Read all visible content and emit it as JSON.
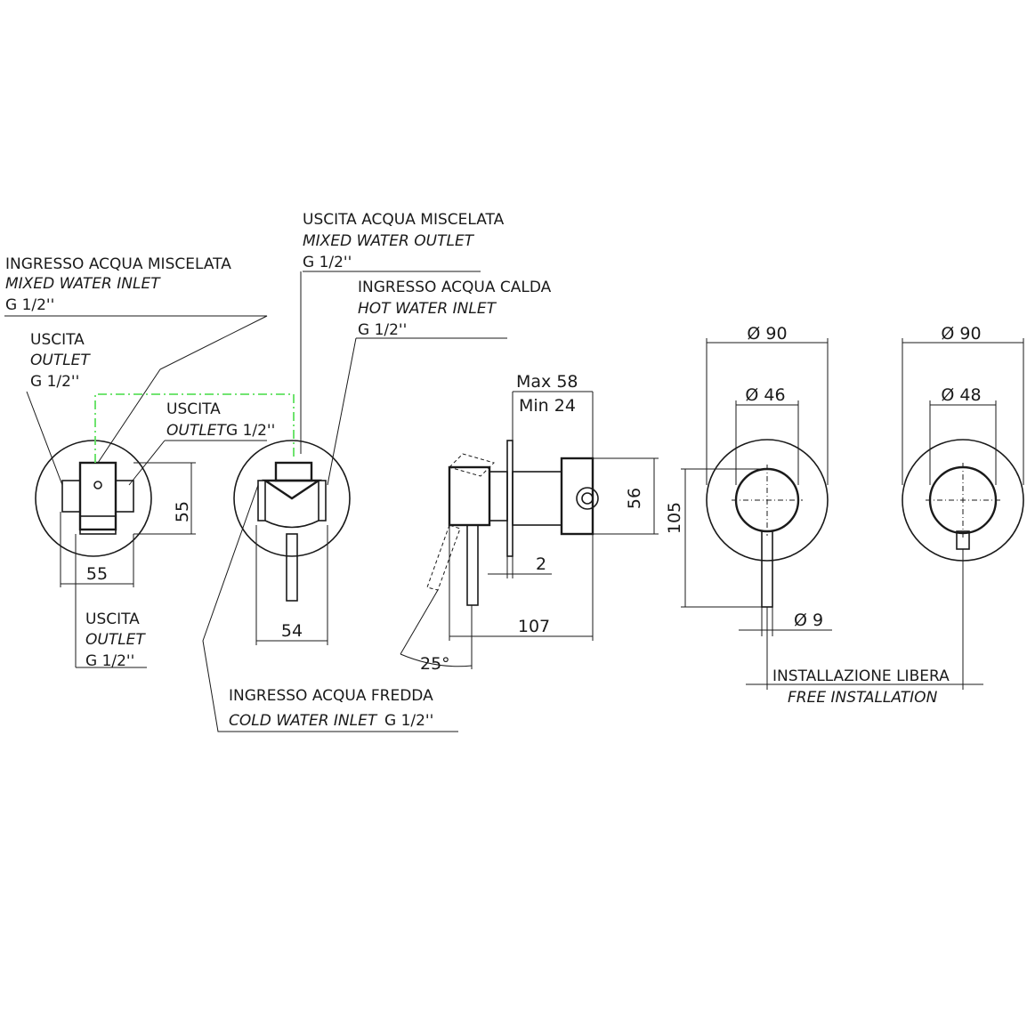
{
  "labels": {
    "mixed_inlet": {
      "it": "INGRESSO ACQUA MISCELATA",
      "en": "MIXED WATER INLET",
      "thread": "G 1/2''"
    },
    "mixed_outlet": {
      "it": "USCITA ACQUA MISCELATA",
      "en": "MIXED WATER OUTLET",
      "thread": "G 1/2''"
    },
    "hot_inlet": {
      "it": "INGRESSO ACQUA CALDA",
      "en": "HOT WATER INLET",
      "thread": "G 1/2''"
    },
    "outlet_left": {
      "it": "USCITA",
      "en": "OUTLET",
      "thread": "G 1/2''"
    },
    "outlet_mid": {
      "it": "USCITA",
      "en": "OUTLET",
      "thread": "G 1/2''"
    },
    "outlet_bottom": {
      "it": "USCITA",
      "en": "OUTLET",
      "thread": "G 1/2''"
    },
    "cold_inlet": {
      "it": "INGRESSO ACQUA FREDDA",
      "en": "COLD WATER INLET",
      "thread": "G 1/2''"
    },
    "free_install": {
      "it": "INSTALLAZIONE LIBERA",
      "en": "FREE INSTALLATION"
    }
  },
  "dimensions": {
    "body_height": "55",
    "body_width": "55",
    "flange_width": "54",
    "max_depth": "Max 58",
    "min_depth": "Min 24",
    "box_height": "56",
    "plate_thickness": "2",
    "total_depth": "107",
    "lever_angle": "25°",
    "plate_height": "105",
    "plate_diameter_a": "Ø 90",
    "handle_diameter_a": "Ø 46",
    "lever_diameter": "Ø 9",
    "plate_diameter_b": "Ø 90",
    "handle_diameter_b": "Ø 48"
  },
  "colors": {
    "line": "#1a1a1a",
    "highlight": "#5ee05e"
  }
}
